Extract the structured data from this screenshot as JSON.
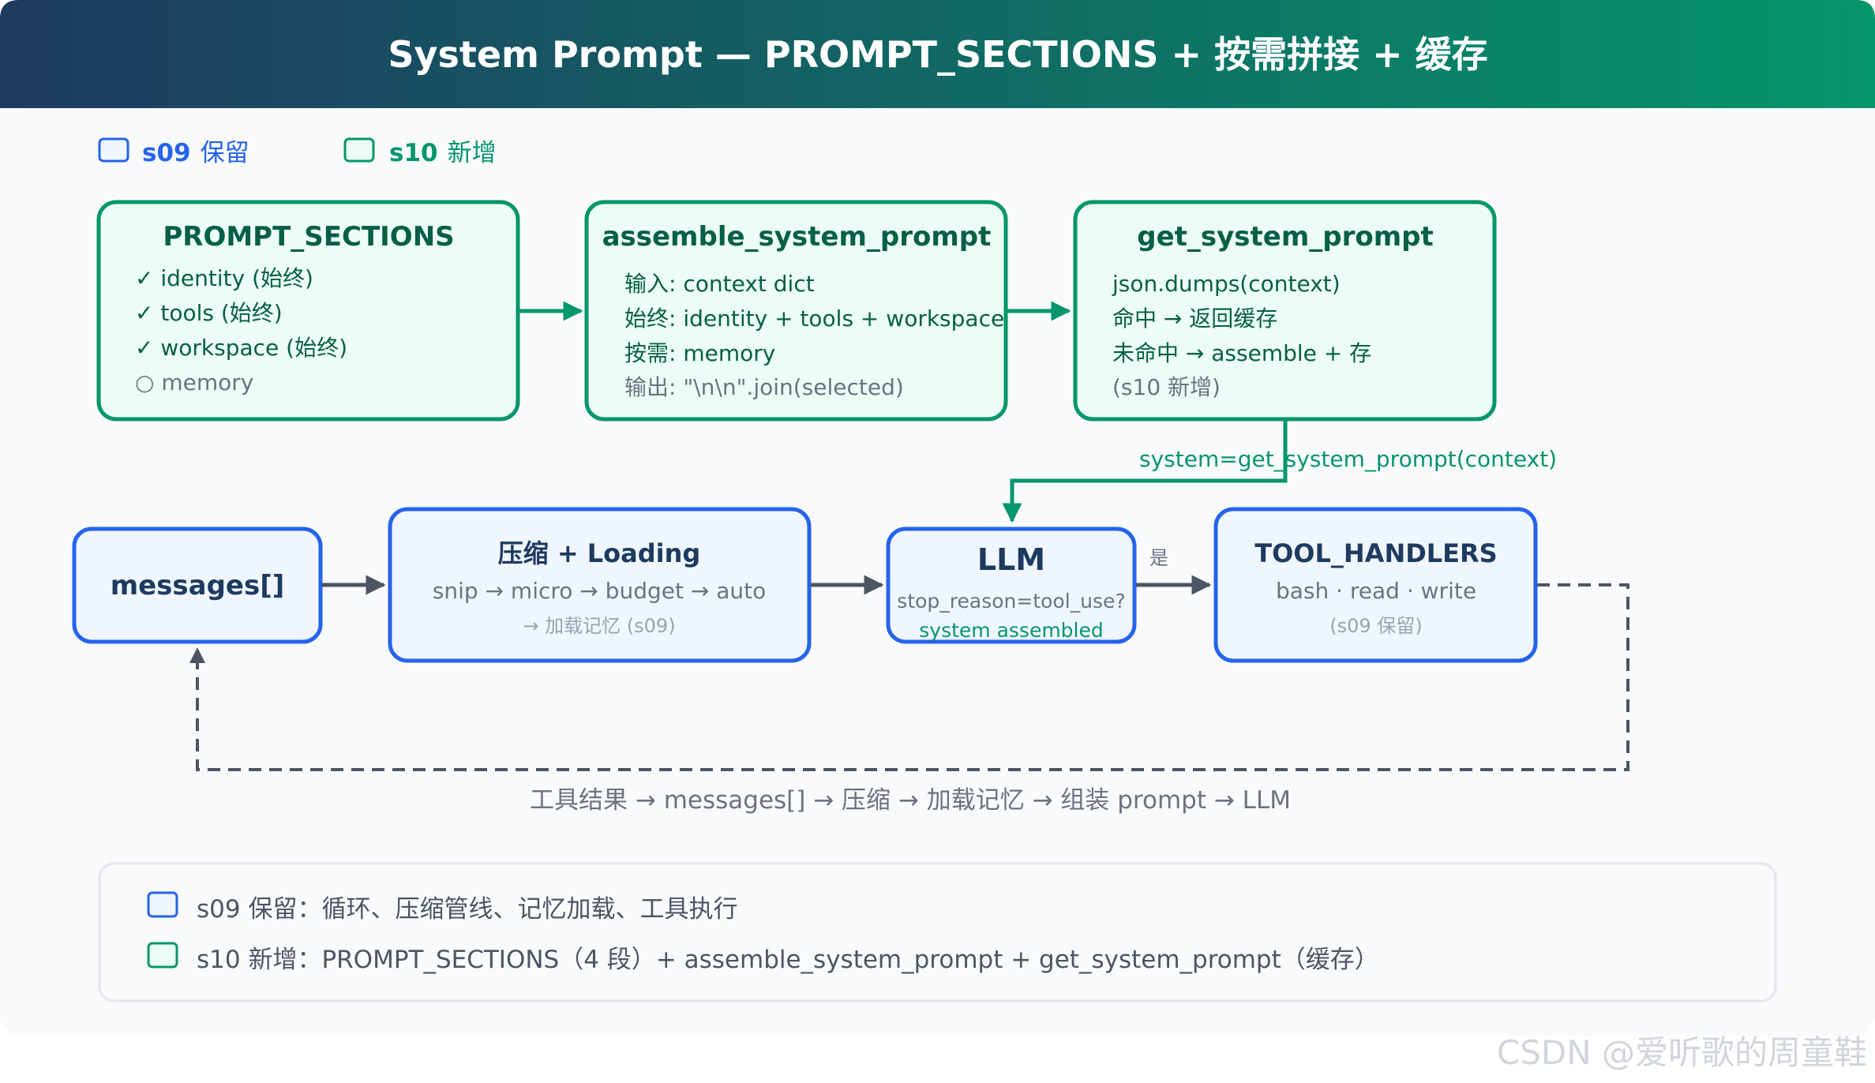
{
  "header": {
    "title": "System Prompt — PROMPT_SECTIONS + 按需拼接 + 缓存",
    "gradient_start": "#1e3a5f",
    "gradient_end": "#059669"
  },
  "legend_top": [
    {
      "code": "s09",
      "label": "保留",
      "color": "#2563eb"
    },
    {
      "code": "s10",
      "label": "新增",
      "color": "#059669"
    }
  ],
  "nodes": {
    "prompt_sections": {
      "title": "PROMPT_SECTIONS",
      "lines": [
        "✓ identity (始终)",
        "✓ tools (始终)",
        "✓ workspace (始终)",
        "○ memory"
      ]
    },
    "assemble": {
      "title": "assemble_system_prompt",
      "lines": [
        "输入: context dict",
        "始终: identity + tools + workspace",
        "按需: memory",
        "输出: \"\\n\\n\".join(selected)"
      ]
    },
    "get_prompt": {
      "title": "get_system_prompt",
      "lines": [
        "json.dumps(context)",
        "命中 → 返回缓存",
        "未命中 → assemble + 存",
        "(s10 新增)"
      ]
    },
    "messages": {
      "title": "messages[]"
    },
    "compress": {
      "title": "压缩 + Loading",
      "line1": "snip → micro → budget → auto",
      "line2": "→ 加载记忆 (s09)"
    },
    "llm": {
      "title": "LLM",
      "line1": "stop_reason=tool_use?",
      "line2": "system assembled"
    },
    "tool_handlers": {
      "title": "TOOL_HANDLERS",
      "line1": "bash · read · write",
      "line2": "(s09 保留)"
    }
  },
  "edge_labels": {
    "system_call": "system=get_system_prompt(context)",
    "yes": "是",
    "loop": "工具结果 → messages[] → 压缩 → 加载记忆 → 组装 prompt → LLM"
  },
  "footer_legend": [
    {
      "text": "s09 保留：循环、压缩管线、记忆加载、工具执行",
      "color": "#2563eb"
    },
    {
      "text": "s10 新增：PROMPT_SECTIONS（4 段）+ assemble_system_prompt + get_system_prompt（缓存）",
      "color": "#059669"
    }
  ],
  "watermark": "CSDN @爱听歌的周童鞋",
  "colors": {
    "green": "#059669",
    "green_fill": "#ecfdf5",
    "green_text": "#065f46",
    "blue": "#2563eb",
    "blue_fill": "#eff6ff",
    "navy_text": "#1e3a5f",
    "gray_text": "#6b7280",
    "light_gray_text": "#9ca3af",
    "panel_bg": "#f8fafc",
    "arrow_gray": "#4b5563"
  }
}
